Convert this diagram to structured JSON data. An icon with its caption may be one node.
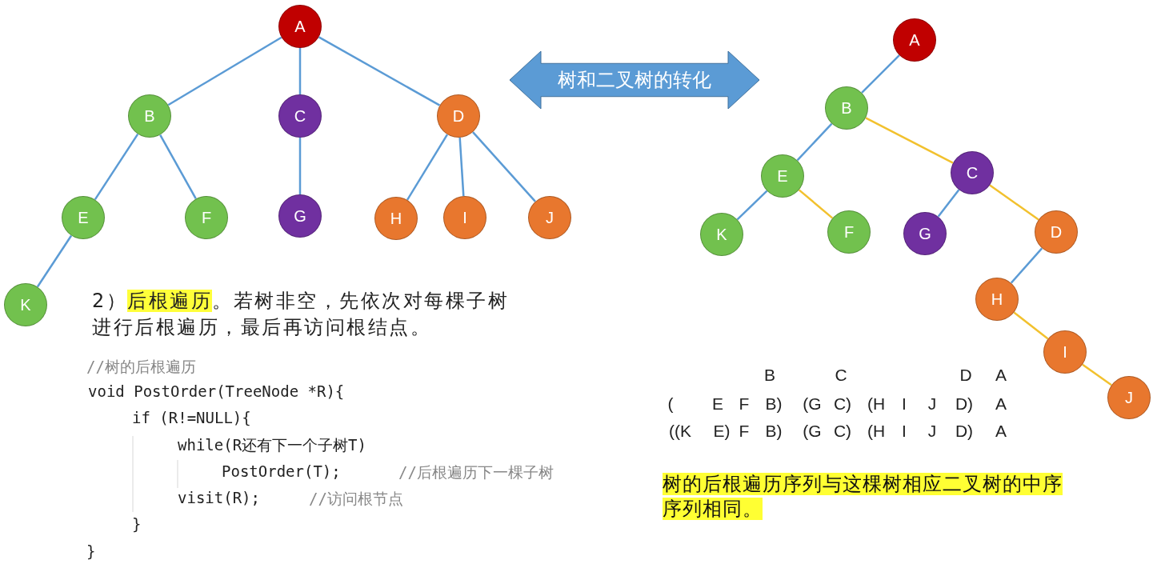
{
  "diagram": {
    "nodes": [
      {
        "text": [
          "A"
        ]
      },
      {
        "text": [
          "B"
        ]
      },
      {
        "text": [
          "C"
        ]
      },
      {
        "text": [
          "D"
        ]
      },
      {
        "text": [
          "E"
        ]
      },
      {
        "text": [
          "F"
        ]
      },
      {
        "text": [
          "G"
        ]
      },
      {
        "text": [
          "H"
        ]
      },
      {
        "text": [
          "I"
        ]
      },
      {
        "text": [
          "J"
        ]
      },
      {
        "text": [
          "K"
        ]
      },
      {
        "text": [
          "A"
        ]
      },
      {
        "text": [
          "B"
        ]
      },
      {
        "text": [
          "E"
        ]
      },
      {
        "text": [
          "C"
        ]
      },
      {
        "text": [
          "K"
        ]
      },
      {
        "text": [
          "F"
        ]
      },
      {
        "text": [
          "G"
        ]
      },
      {
        "text": [
          "D"
        ]
      },
      {
        "text": [
          "H"
        ]
      },
      {
        "text": [
          "I"
        ]
      },
      {
        "text": [
          "J"
        ]
      }
    ],
    "edges": [
      {
        "from": 0,
        "to": 1,
        "arrow": "none"
      },
      {
        "from": 0,
        "to": 2,
        "arrow": "none"
      },
      {
        "from": 0,
        "to": 3,
        "arrow": "none"
      },
      {
        "from": 1,
        "to": 4,
        "arrow": "none"
      },
      {
        "from": 1,
        "to": 5,
        "arrow": "none"
      },
      {
        "from": 2,
        "to": 6,
        "arrow": "none"
      },
      {
        "from": 3,
        "to": 7,
        "arrow": "none"
      },
      {
        "from": 3,
        "to": 8,
        "arrow": "none"
      },
      {
        "from": 3,
        "to": 9,
        "arrow": "none"
      },
      {
        "from": 4,
        "to": 10,
        "arrow": "none"
      },
      {
        "from": 11,
        "to": 12,
        "arrow": "none"
      },
      {
        "from": 12,
        "to": 13,
        "arrow": "none"
      },
      {
        "from": 12,
        "to": 14,
        "arrow": "none",
        "color": "#f2c12e"
      },
      {
        "from": 13,
        "to": 15,
        "arrow": "none"
      },
      {
        "from": 13,
        "to": 16,
        "arrow": "none",
        "color": "#f2c12e"
      },
      {
        "from": 14,
        "to": 17,
        "arrow": "none"
      },
      {
        "from": 14,
        "to": 18,
        "arrow": "none",
        "color": "#f2c12e"
      },
      {
        "from": 18,
        "to": 19,
        "arrow": "none"
      },
      {
        "from": 19,
        "to": 20,
        "arrow": "none",
        "color": "#f2c12e"
      },
      {
        "from": 20,
        "to": 21,
        "arrow": "none",
        "color": "#f2c12e"
      },
      {
        "from": 3,
        "to": 13,
        "arrow": "both",
        "style": "thick",
        "label": "树和二叉树的转化"
      }
    ],
    "labels": [
      "2）**后根遍历**。若树非空，先依次对每棵子树进行后根遍历，最后再访问根结点。",
      "//树的后根遍历",
      "void PostOrder(TreeNode *R){",
      "if (R!=NULL){",
      "while(R还有下一个子树T)",
      "PostOrder(T);",
      "//后根遍历下一棵子树",
      "visit(R);",
      "//访问根节点",
      "}",
      "}",
      "B",
      "C",
      "D",
      "A",
      "(",
      "E",
      "F",
      "B)",
      "(G",
      "C)",
      "(H",
      "I",
      "J",
      "D)",
      "A",
      "((K",
      "E)",
      "F",
      "B)",
      "(G",
      "C)",
      "(H",
      "I",
      "J",
      "D)",
      "A",
      "树的后根遍历序列与这棵树相应二叉树的中序序列相同。"
    ]
  }
}
